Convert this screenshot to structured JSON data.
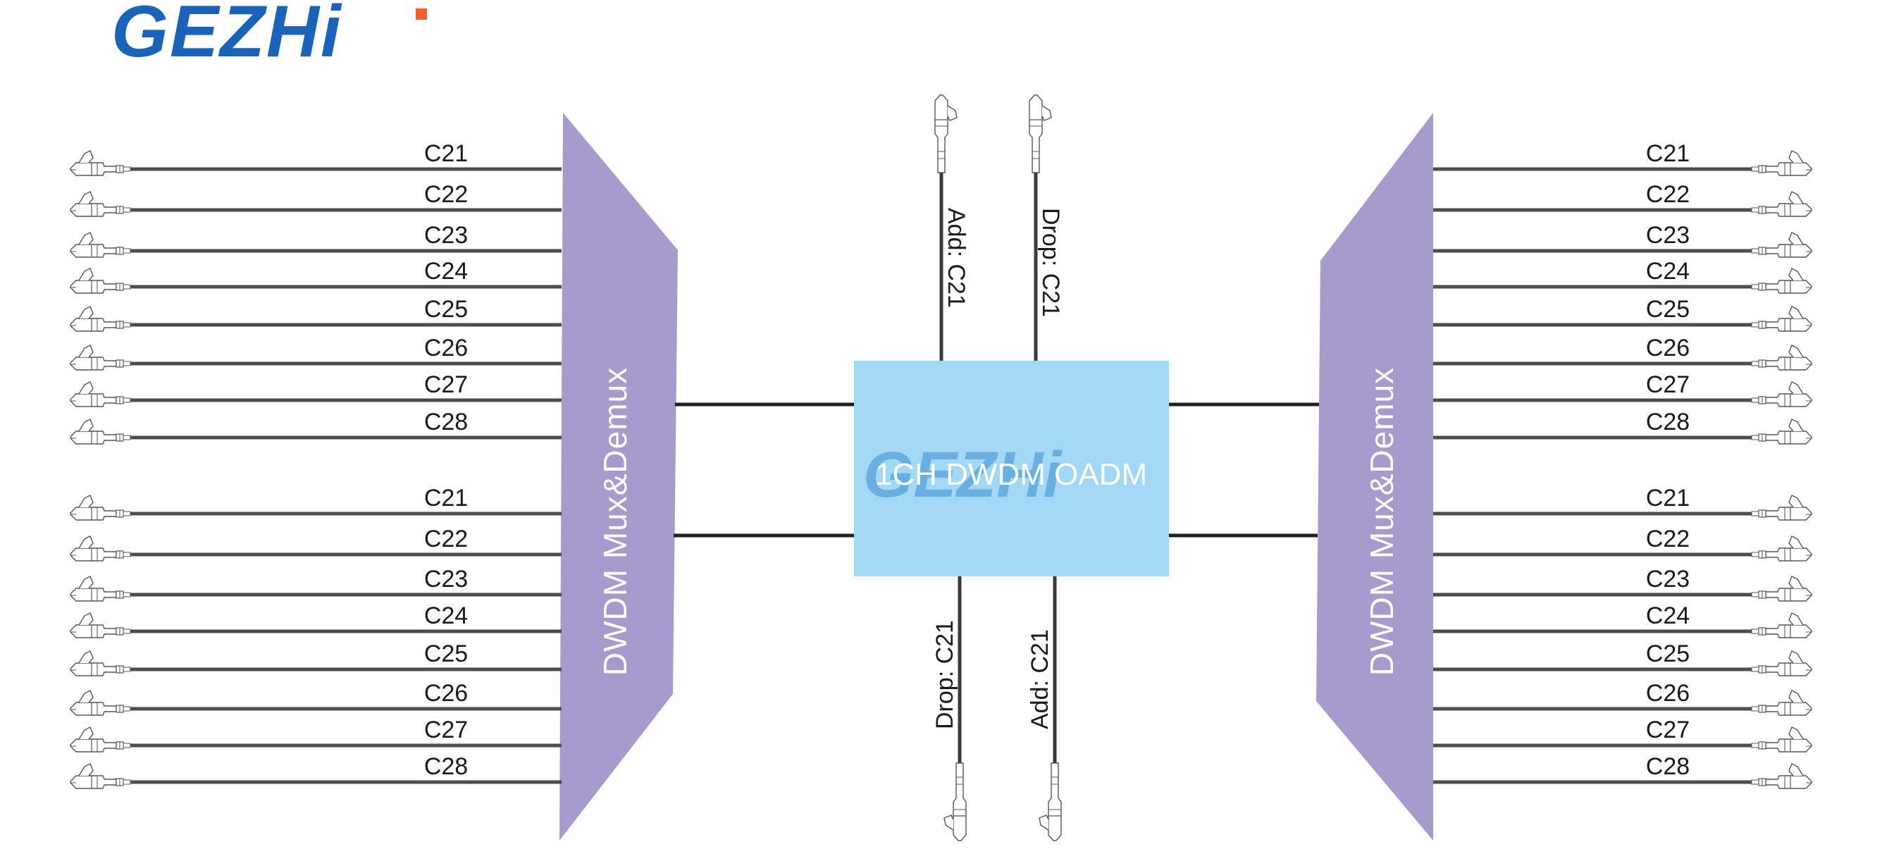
{
  "brand": {
    "logo_text": "GEZHi",
    "primary_color": "#1a63b8",
    "accent_color": "#f0612b"
  },
  "left_mux": {
    "label": "DWDM Mux&Demux",
    "color": "#a79bcd",
    "group_a": [
      "C21",
      "C22",
      "C23",
      "C24",
      "C25",
      "C26",
      "C27",
      "C28"
    ],
    "group_b": [
      "C21",
      "C22",
      "C23",
      "C24",
      "C25",
      "C26",
      "C27",
      "C28"
    ]
  },
  "right_mux": {
    "label": "DWDM Mux&Demux",
    "color": "#a79bcd",
    "group_a": [
      "C21",
      "C22",
      "C23",
      "C24",
      "C25",
      "C26",
      "C27",
      "C28"
    ],
    "group_b": [
      "C21",
      "C22",
      "C23",
      "C24",
      "C25",
      "C26",
      "C27",
      "C28"
    ]
  },
  "oadm": {
    "label": "1CH DWDM OADM",
    "watermark": "GEZHi",
    "color": "#a2d8f3"
  },
  "ports": {
    "top_left": "Add: C21",
    "top_right": "Drop: C21",
    "bottom_left": "Drop: C21",
    "bottom_right": "Add: C21"
  },
  "icons": {
    "connector": "lc-connector-icon"
  }
}
